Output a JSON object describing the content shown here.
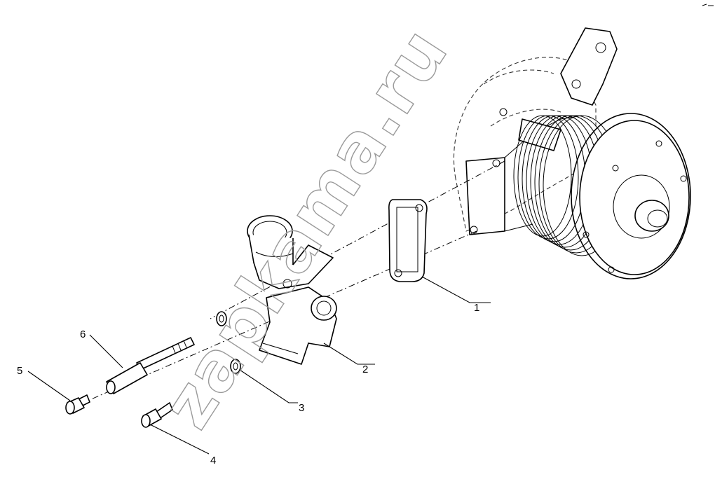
{
  "callouts": [
    {
      "id": "1",
      "text": "1"
    },
    {
      "id": "2",
      "text": "2"
    },
    {
      "id": "3",
      "text": "3"
    },
    {
      "id": "4",
      "text": "4"
    },
    {
      "id": "5",
      "text": "5"
    },
    {
      "id": "6",
      "text": "6"
    }
  ],
  "watermark": {
    "text": "zapkama.ru"
  },
  "colors": {
    "line": "#000000",
    "background": "#ffffff",
    "watermark": "#9a9a9a"
  }
}
